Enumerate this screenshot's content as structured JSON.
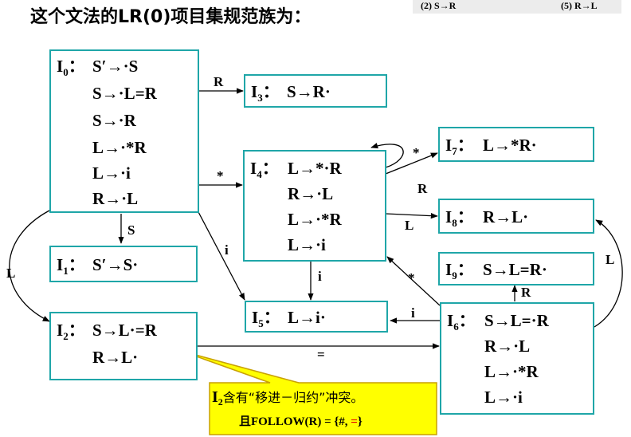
{
  "title": "这个文法的LR(0)项目集规范族为：",
  "grammar_strip": {
    "rule2": "(2) S→R",
    "rule5": "(5) R→L"
  },
  "states": {
    "I0": {
      "label": "I",
      "sub": "0",
      "items": [
        "S′→·S",
        "S→·L=R",
        "S→·R",
        "L→·*R",
        "L→·i",
        "R→·L"
      ]
    },
    "I1": {
      "label": "I",
      "sub": "1",
      "items": [
        "S′→S·"
      ]
    },
    "I2": {
      "label": "I",
      "sub": "2",
      "items": [
        "S→L·=R",
        "R→L·"
      ]
    },
    "I3": {
      "label": "I",
      "sub": "3",
      "items": [
        "S→R·"
      ]
    },
    "I4": {
      "label": "I",
      "sub": "4",
      "items": [
        "L→*·R",
        "R→·L",
        "L→·*R",
        "L→·i"
      ]
    },
    "I5": {
      "label": "I",
      "sub": "5",
      "items": [
        "L→i·"
      ]
    },
    "I6": {
      "label": "I",
      "sub": "6",
      "items": [
        "S→L=·R",
        "R→·L",
        "L→·*R",
        "L→·i"
      ]
    },
    "I7": {
      "label": "I",
      "sub": "7",
      "items": [
        "L→*R·"
      ]
    },
    "I8": {
      "label": "I",
      "sub": "8",
      "items": [
        "R→L·"
      ]
    },
    "I9": {
      "label": "I",
      "sub": "9",
      "items": [
        "S→L=R·"
      ]
    }
  },
  "colon": "：",
  "edges": {
    "i0_i3": "R",
    "i0_i4": "*",
    "i0_i1": "S",
    "i0_i2": "L",
    "i0_i5": "i",
    "i4_self": "*",
    "i4_i7": "R",
    "i4_i8": "L",
    "i4_i5": "i",
    "i6_i4": "*",
    "i6_i5": "i",
    "i6_i9": "R",
    "i6_i8": "L",
    "i2_i6": "="
  },
  "callout": {
    "line1_state": "I",
    "line1_sub": "2",
    "line1_text": "含有“移进－归约”冲突。",
    "line2_prefix": "且FOLLOW(R) = {#, ",
    "line2_red": "=",
    "line2_suffix": "}"
  },
  "colors": {
    "box_border": "#1fa6a8",
    "callout_fill": "#ffff00",
    "callout_border": "#c8a000",
    "highlight": "#e60000"
  }
}
